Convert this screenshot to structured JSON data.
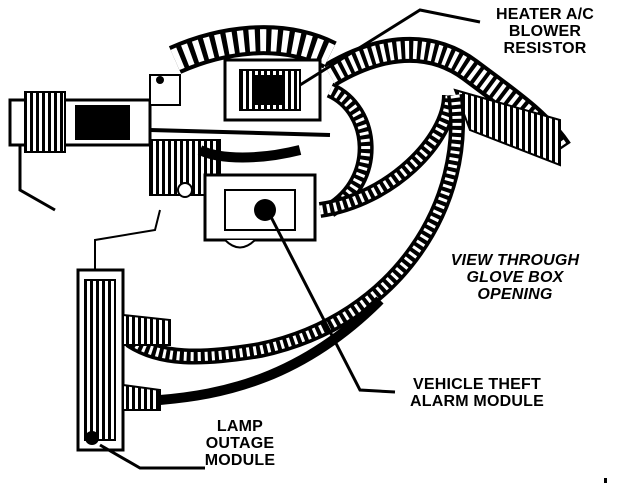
{
  "labels": {
    "heater_resistor": [
      "HEATER A/C",
      "BLOWER",
      "RESISTOR"
    ],
    "view_through": [
      "VIEW THROUGH",
      "GLOVE BOX",
      "OPENING"
    ],
    "vehicle_theft": [
      "VEHICLE THEFT",
      "ALARM MODULE"
    ],
    "lamp_outage": [
      "LAMP",
      "OUTAGE",
      "MODULE"
    ]
  },
  "colors": {
    "ink": "#000000",
    "paper": "#ffffff"
  }
}
